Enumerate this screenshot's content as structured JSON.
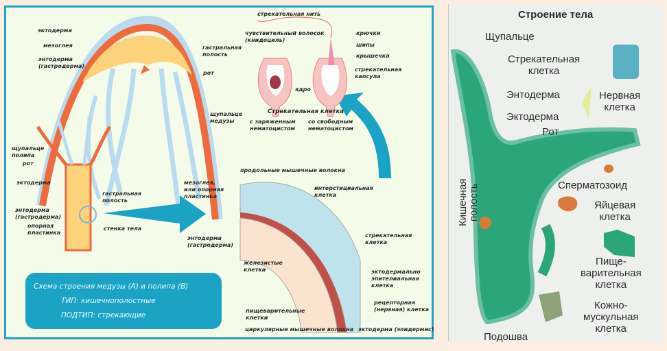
{
  "left_panel": {
    "medusa_labels": {
      "ectoderm": "эктодерма",
      "mesoglea": "мезоглея",
      "endoderm": "энтодерма\n(гастродерма)",
      "gastral_cavity": "гастральная\nполость",
      "mouth": "рот",
      "tentacle": "щупальце\nмедузы"
    },
    "polyp_labels": {
      "tentacle": "щупальце\nполипа",
      "mouth": "рот",
      "ectoderm": "эктодерма",
      "gastral_cavity": "гастральная\nполость",
      "endoderm": "энтодерма\n(гастродерма)",
      "body_wall": "стенка тела",
      "support_plate": "опорная\nпластинка"
    },
    "cnidocyte_labels": {
      "thread": "стрекательная нить",
      "cnidocil": "чувствительный волосок\n(книдоциль)",
      "hooks": "крючки",
      "spines": "шипы",
      "lid": "крышечка",
      "capsule": "стрекательная\nкапсула",
      "nucleus": "ядро",
      "title": "Стрекательная клетка",
      "charged": "с заряженным\nнематоцистом",
      "free": "со свободным\nнематоцистом"
    },
    "wall_labels": {
      "longitudinal": "продольные мышечные волокна",
      "mesoglea": "мезоглея,\nили опорная\nпластинка",
      "interstitial": "интерстициальная\nклетка",
      "endoderm": "энтодерма\n(гастродерма)",
      "stinging": "стрекательная\nклетка",
      "glandular": "железистые\nклетки",
      "epithelial": "эктодермально\nэпителиальная\nклетка",
      "digestive": "пищеварительные\nклетки",
      "receptor": "рецепторная\n(нервная) клетка",
      "circular": "циркулярные мышечные волокна",
      "ectoderm": "эктодерма (эпидермис)"
    },
    "info_box": {
      "line1": "Схема строения медузы (А) и полипа (В)",
      "line2": "ТИП: кишечнополостные",
      "line3": "ПОДТИП: стрекающие"
    },
    "colors": {
      "accent": "#1ba3c6",
      "background": "#f4fbe9"
    }
  },
  "right_panel": {
    "title": "Строение тела",
    "labels": {
      "tentacle": "Щупальце",
      "stinging_cell": "Стрекательная\nклетка",
      "endoderm": "Энтодерма",
      "nerve_cell": "Нервная\nклетка",
      "ectoderm": "Эктодерма",
      "mouth": "Рот",
      "sperm": "Сперматозоид",
      "gut_cavity": "Кишечная\nполость",
      "egg_cell": "Яйцевая\nклетка",
      "digestive_cell": "Пище-\nварительная\nклетка",
      "skin_muscle_cell": "Кожно-\nмускульная\nклетка",
      "sole": "Подошва"
    },
    "colors": {
      "body": "#2aa67a",
      "background": "#eef0ee"
    }
  }
}
